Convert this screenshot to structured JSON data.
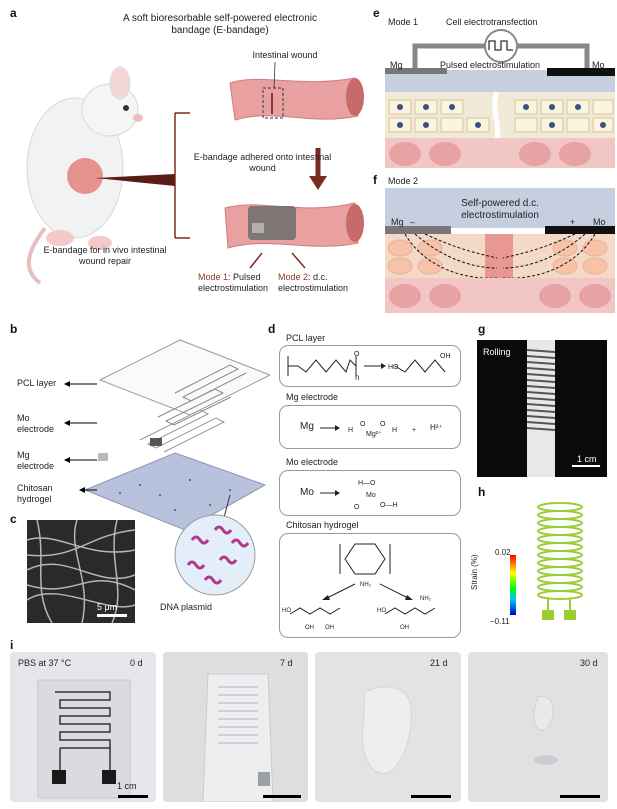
{
  "panels": {
    "a": {
      "label": "a",
      "title": "A soft bioresorbable self-powered electronic bandage (E-bandage)",
      "wound": "Intestinal wound",
      "adhered": "E-bandage adhered onto intestinal wound",
      "invivo": "E-bandage for in vivo intestinal wound repair",
      "mode1_prefix": "Mode 1",
      "mode1_text": ": Pulsed electrostimulation",
      "mode2_prefix": "Mode 2",
      "mode2_text": ": d.c. electrostimulation"
    },
    "e": {
      "label": "e",
      "mode": "Mode 1",
      "title": "Cell electrotransfection",
      "mg": "Mg",
      "mo": "Mo",
      "pulsed": "Pulsed electrostimulation"
    },
    "f": {
      "label": "f",
      "mode": "Mode 2",
      "title": "Self-powered d.c. electrostimulation",
      "mg": "Mg",
      "mo": "Mo",
      "minus": "–",
      "plus": "+"
    },
    "b": {
      "label": "b",
      "pcl": "PCL layer",
      "mo": "Mo electrode",
      "mg": "Mg electrode",
      "chitosan": "Chitosan hydrogel"
    },
    "c": {
      "label": "c",
      "scale": "5 μm",
      "plasmid": "DNA plasmid"
    },
    "d": {
      "label": "d",
      "pcl": "PCL layer",
      "mg": "Mg electrode",
      "mo": "Mo electrode",
      "chitosan": "Chitosan hydrogel",
      "mg_sym": "Mg",
      "mo_sym": "Mo",
      "h2": "H²⁺",
      "n": "n"
    },
    "g": {
      "label": "g",
      "rolling": "Rolling",
      "scale": "1 cm"
    },
    "h": {
      "label": "h",
      "strain_title": "Strain (%)",
      "max": "0.02",
      "min": "−0.11"
    },
    "i": {
      "label": "i",
      "pbs": "PBS at 37 °C",
      "days": [
        "0 d",
        "7 d",
        "21 d",
        "30 d"
      ],
      "scale": "1 cm"
    }
  },
  "colors": {
    "intestine": "#e89a9a",
    "arrow": "#7b2a1e",
    "mode": "#8a3a2a",
    "gray": "#8a8a8a",
    "hydrogel": "#b9c2dc"
  }
}
